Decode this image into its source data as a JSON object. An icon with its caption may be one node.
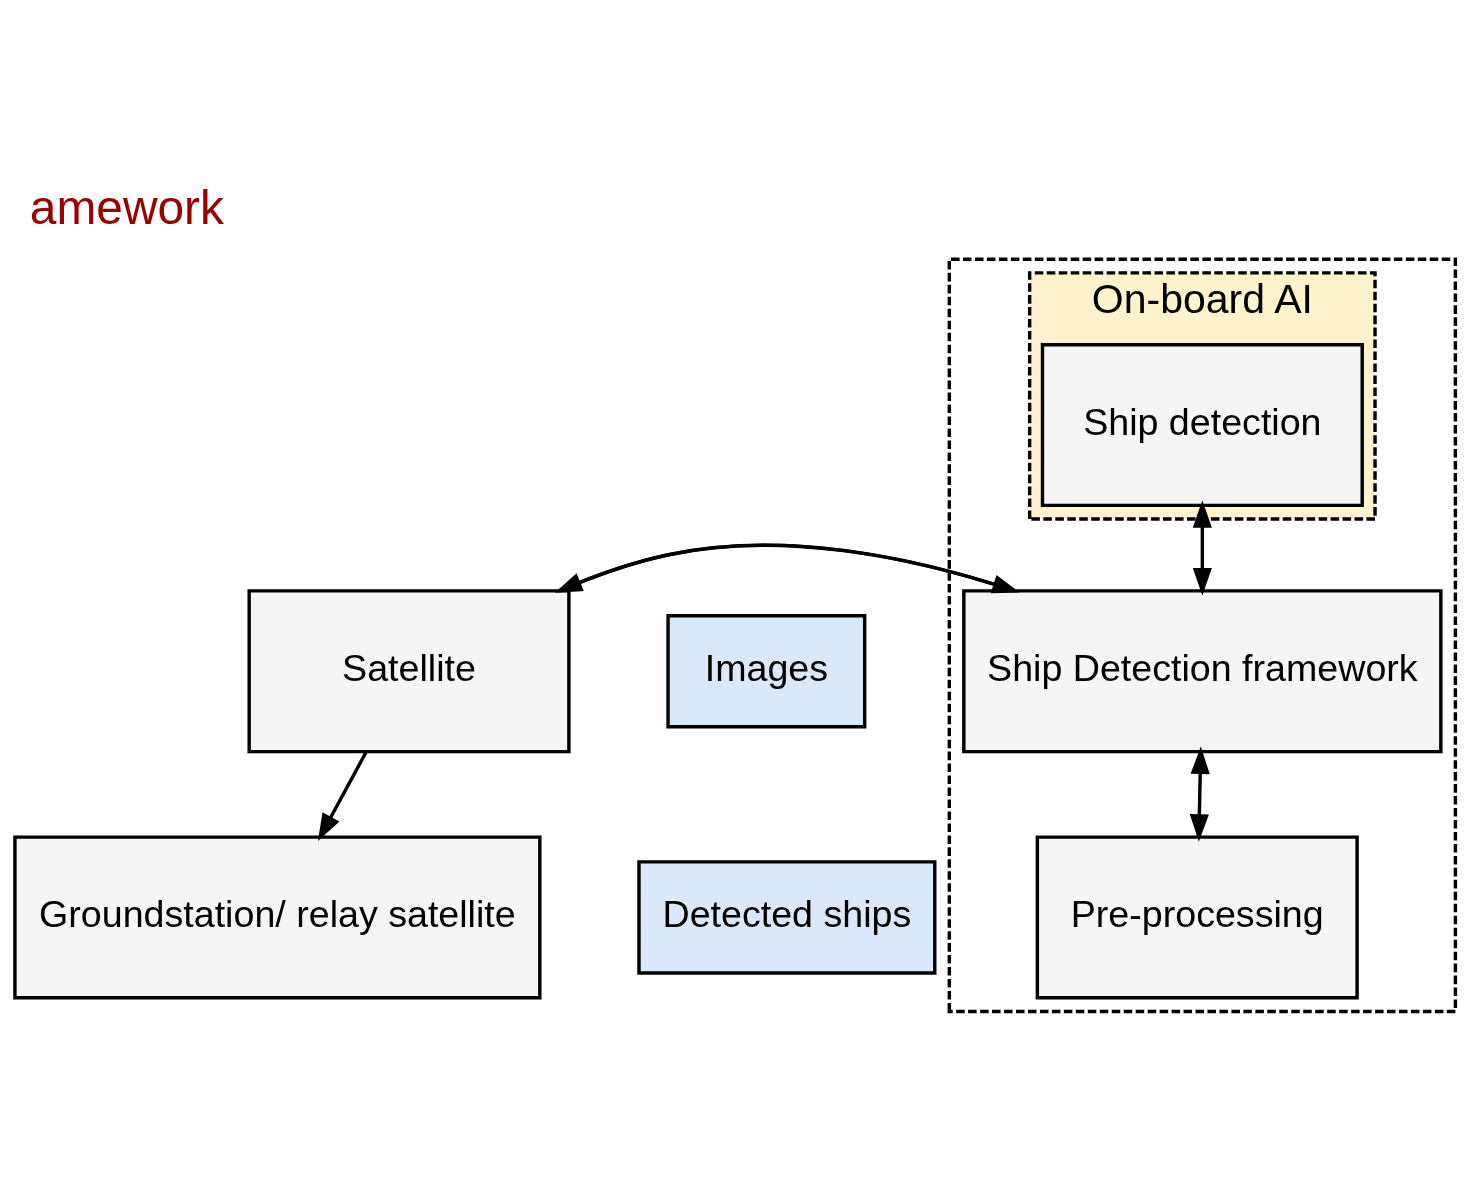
{
  "diagram": {
    "title": "amework",
    "nodes": [
      {
        "text": [],
        "shape": "box"
      },
      {
        "text": [
          "On-board AI"
        ],
        "in": 0
      },
      {
        "text": [
          "Ship detection"
        ],
        "in": 1
      },
      {
        "text": [
          "Images"
        ]
      },
      {
        "text": [
          "Satellite"
        ]
      },
      {
        "text": [
          "Ship Detection framework"
        ],
        "in": 0
      },
      {
        "text": [
          "Detected ships"
        ]
      },
      {
        "text": [
          "Groundstation/ relay satellite"
        ]
      },
      {
        "text": [
          "Pre-processing"
        ],
        "in": 0
      }
    ],
    "edges": [
      {
        "from": 2,
        "to": 5,
        "arrow": "both"
      },
      {
        "from": 4,
        "to": 5,
        "arrow": "to"
      },
      {
        "from": 5,
        "to": 4,
        "arrow": "to"
      },
      {
        "from": 4,
        "to": 7,
        "arrow": "to"
      },
      {
        "from": 5,
        "to": 8,
        "arrow": "both"
      }
    ]
  }
}
